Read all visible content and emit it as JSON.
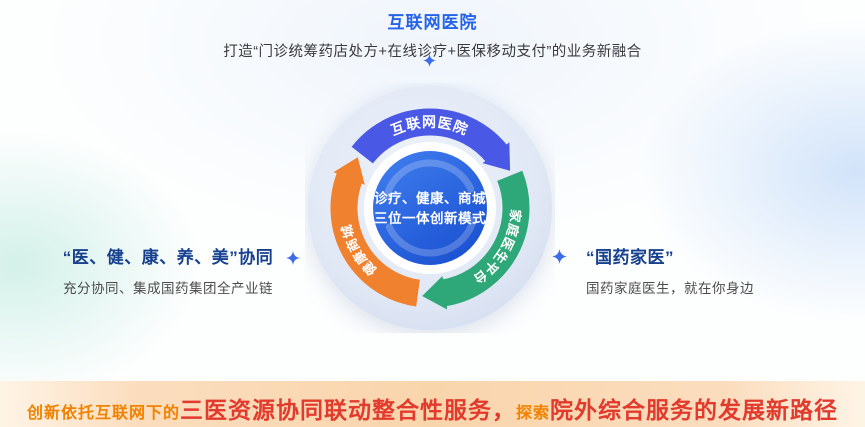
{
  "header": {
    "title": "互联网医院",
    "subtitle": "打造“门诊统筹药店处方+在线诊疗+医保移动支付”的业务新融合"
  },
  "diagram": {
    "center": {
      "line1": "诊疗、健康、商城",
      "line2": "三位一体创新模式"
    },
    "segments": [
      {
        "id": "internet-hospital",
        "label": "互联网医院",
        "color": "#4A58E6"
      },
      {
        "id": "family-doctor-platform",
        "label": "家庭医生平台",
        "color": "#2EA878"
      },
      {
        "id": "health-mall",
        "label": "健康商城",
        "color": "#F0812F"
      }
    ]
  },
  "callouts": {
    "left": {
      "title": "“医、健、康、养、美”协同",
      "subtitle": "充分协同、集成国药集团全产业链"
    },
    "right": {
      "title": "“国药家医”",
      "subtitle": "国药家庭医生，就在你身边"
    }
  },
  "banner": {
    "part1": "创新依托互联网下的",
    "part2": "三医资源协同联动整合性服务，",
    "part3": "探索",
    "part4": "院外综合服务的发展新路径"
  },
  "colors": {
    "title_blue": "#2563E8",
    "callout_navy": "#17418F",
    "banner_orange": "#F08200",
    "banner_red": "#E23A2D",
    "arc_blue": "#4A58E6",
    "arc_green": "#2EA878",
    "arc_orange": "#F0812F",
    "center_circle_blue": "#2A62DE"
  }
}
